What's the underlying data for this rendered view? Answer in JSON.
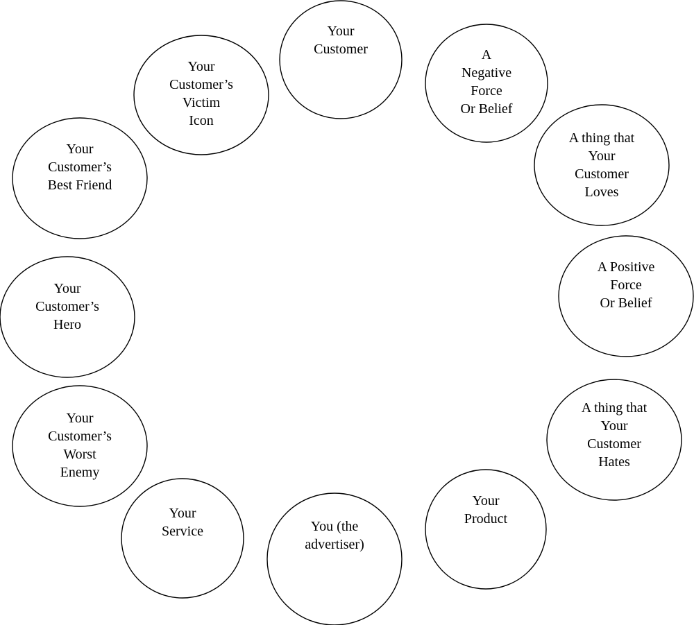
{
  "nodes": [
    {
      "id": "your-customer",
      "lines": [
        "Your",
        "Customer"
      ]
    },
    {
      "id": "negative-force",
      "lines": [
        "A",
        "Negative",
        "Force",
        "Or Belief"
      ]
    },
    {
      "id": "thing-customer-loves",
      "lines": [
        "A thing that",
        "Your",
        "Customer",
        "Loves"
      ]
    },
    {
      "id": "positive-force",
      "lines": [
        "A Positive",
        "Force",
        "Or Belief"
      ]
    },
    {
      "id": "thing-customer-hates",
      "lines": [
        "A thing that",
        "Your",
        "Customer",
        "Hates"
      ]
    },
    {
      "id": "your-product",
      "lines": [
        "Your",
        "Product"
      ]
    },
    {
      "id": "you-the-advertiser",
      "lines": [
        "You (the",
        "advertiser)"
      ]
    },
    {
      "id": "your-service",
      "lines": [
        "Your",
        "Service"
      ]
    },
    {
      "id": "customers-worst-enemy",
      "lines": [
        "Your",
        "Customer’s",
        "Worst",
        "Enemy"
      ]
    },
    {
      "id": "customers-hero",
      "lines": [
        "Your",
        "Customer’s",
        "Hero"
      ]
    },
    {
      "id": "customers-best-friend",
      "lines": [
        "Your",
        "Customer’s",
        "Best Friend"
      ]
    },
    {
      "id": "customers-victim-icon",
      "lines": [
        "Your",
        "Customer’s",
        "Victim",
        "Icon"
      ]
    }
  ]
}
